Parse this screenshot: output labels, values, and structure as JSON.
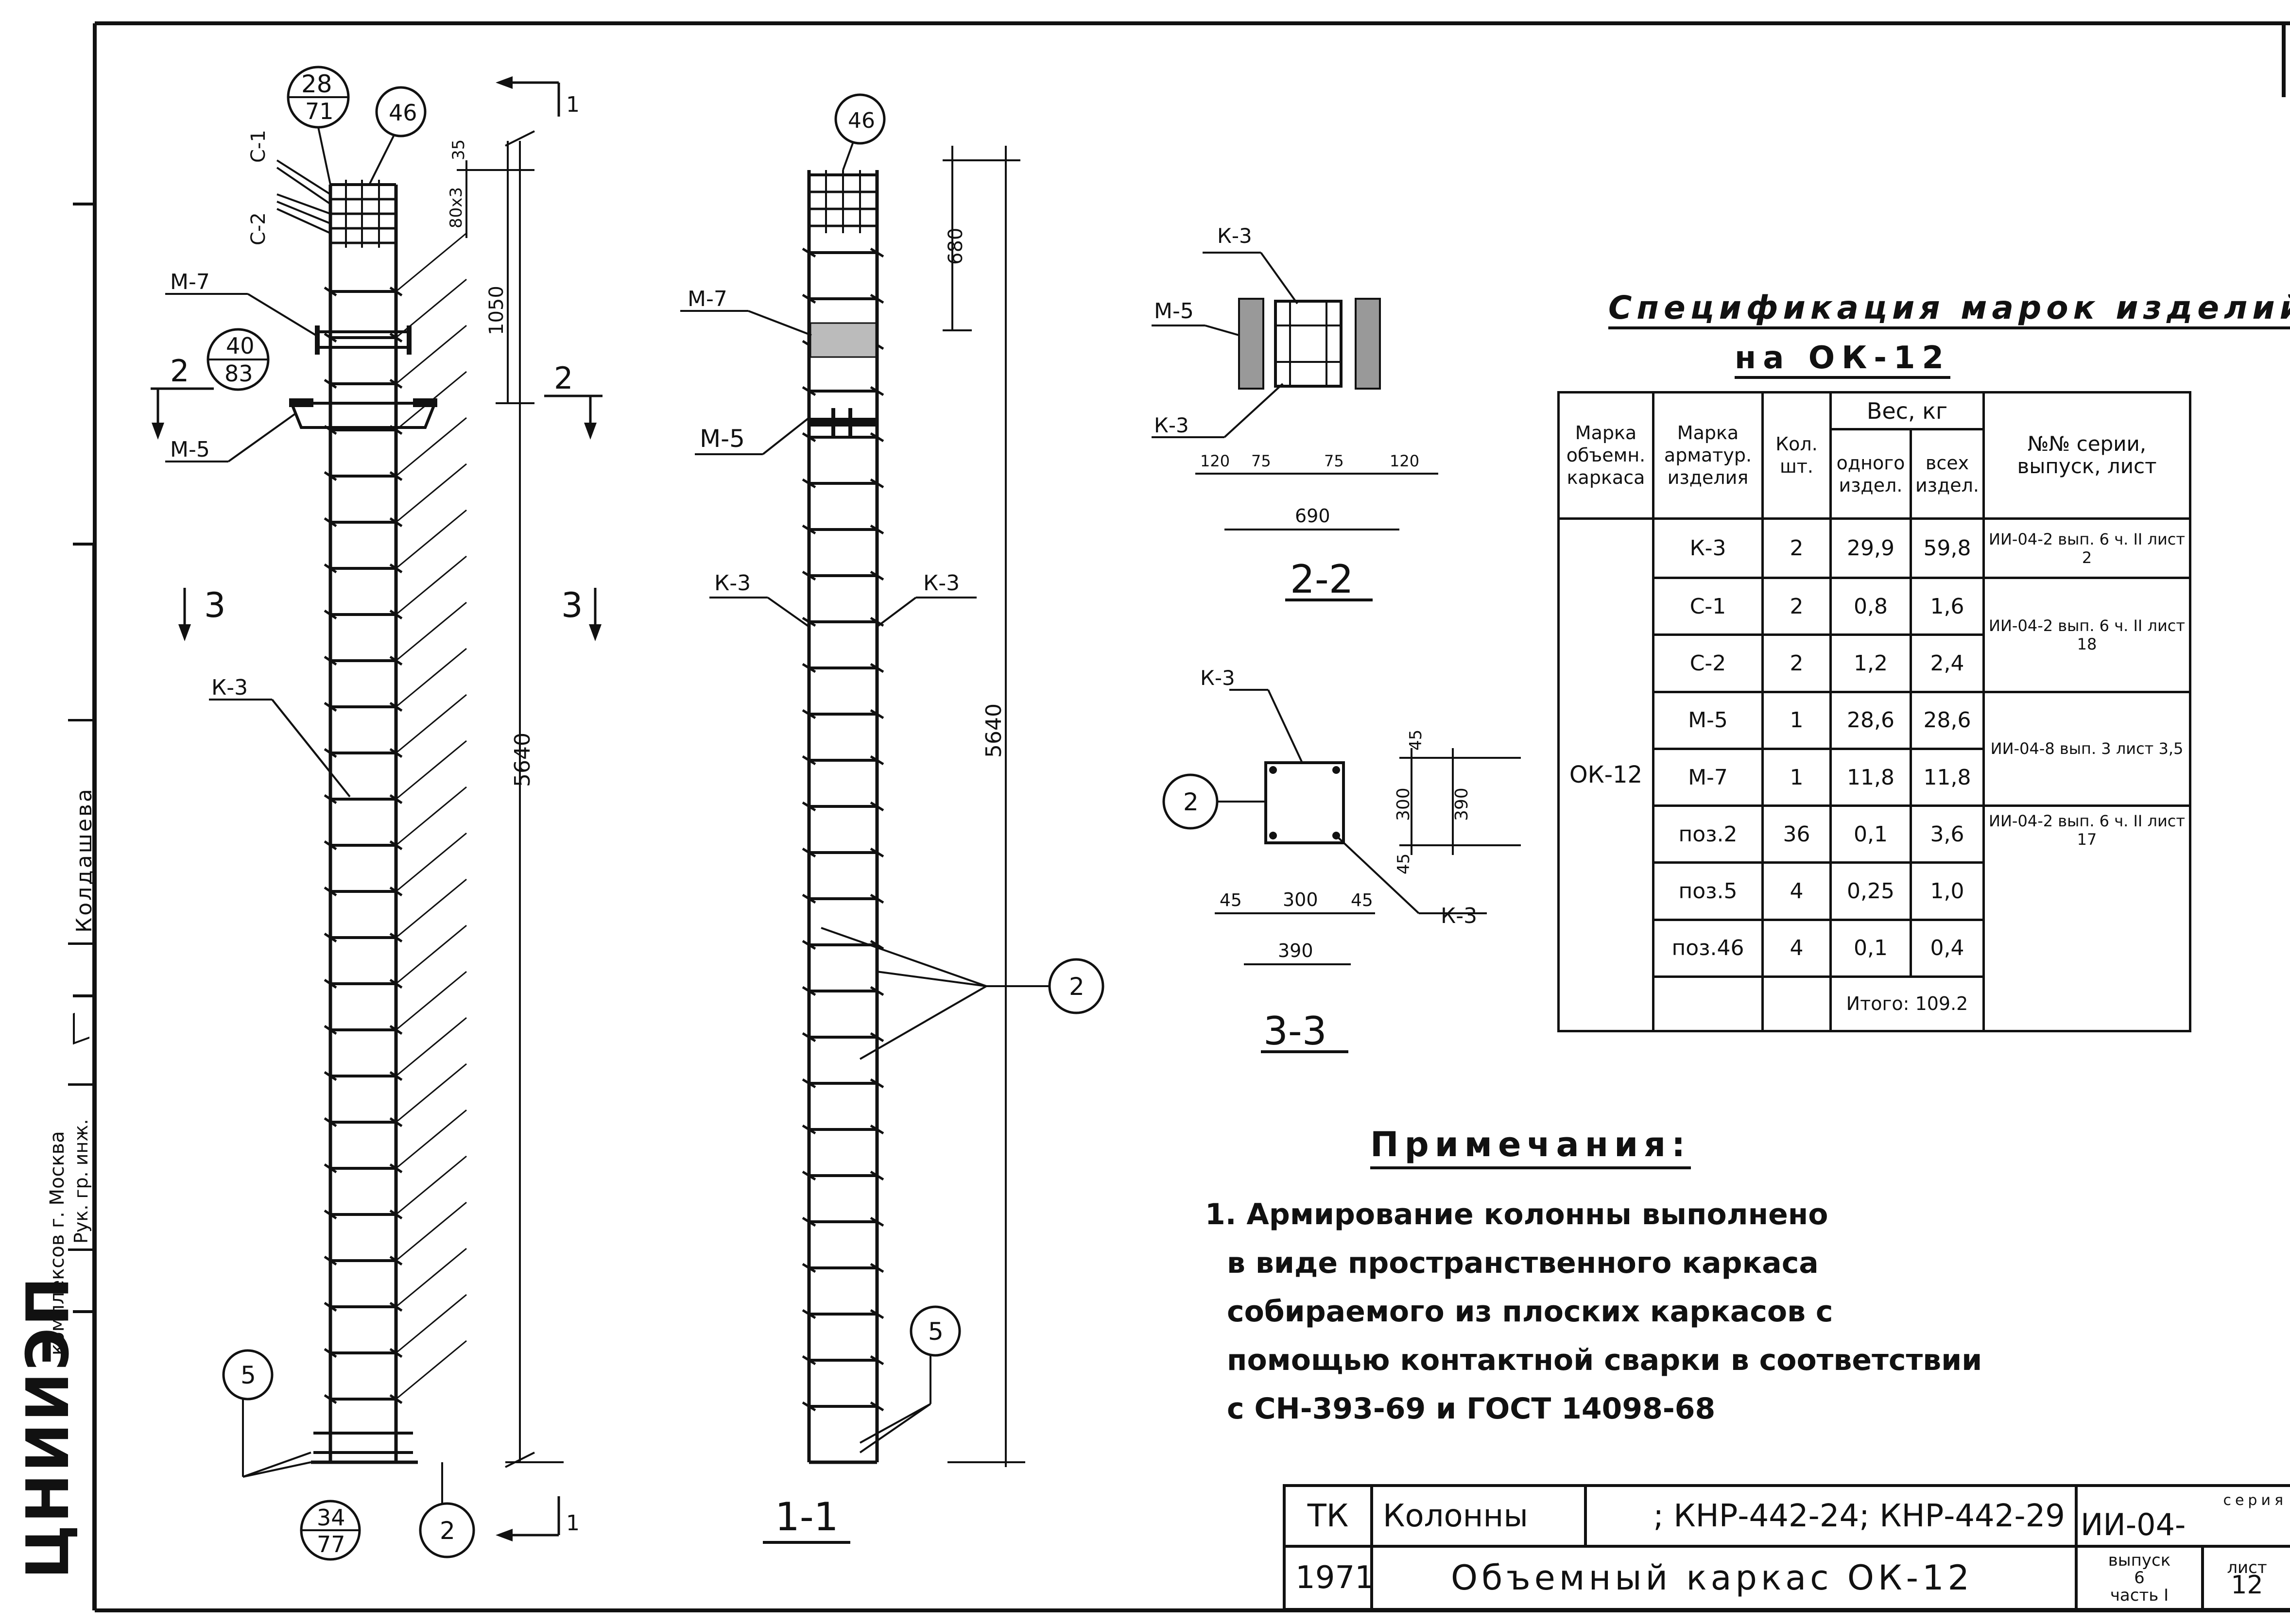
{
  "spec": {
    "title": "Спецификация марок изделий",
    "subtitle": "на ОК-12",
    "headers": {
      "mark_volume": "Марка объемн. каркаса",
      "mark_rebar": "Марка арматур. изделия",
      "qty": "Кол. шт.",
      "weight": "Вес, кг",
      "weight_one": "одного издел.",
      "weight_all": "всех издел.",
      "series": "№№ серии, выпуск, лист"
    },
    "group": "ОК-12",
    "rows": [
      {
        "mark": "К-3",
        "qty": "2",
        "one": "29,9",
        "all": "59,8"
      },
      {
        "mark": "С-1",
        "qty": "2",
        "one": "0,8",
        "all": "1,6"
      },
      {
        "mark": "С-2",
        "qty": "2",
        "one": "1,2",
        "all": "2,4"
      },
      {
        "mark": "М-5",
        "qty": "1",
        "one": "28,6",
        "all": "28,6"
      },
      {
        "mark": "М-7",
        "qty": "1",
        "one": "11,8",
        "all": "11,8"
      },
      {
        "mark": "поз.2",
        "qty": "36",
        "one": "0,1",
        "all": "3,6"
      },
      {
        "mark": "поз.5",
        "qty": "4",
        "one": "0,25",
        "all": "1,0"
      },
      {
        "mark": "поз.46",
        "qty": "4",
        "one": "0,1",
        "all": "0,4"
      }
    ],
    "series_refs": [
      "ИИ-04-2 вып. 6 ч. II лист 2",
      "ИИ-04-2 вып. 6 ч. II лист 18",
      "ИИ-04-8 вып. 3 лист 3,5",
      "ИИ-04-2 вып. 6 ч. II лист 17"
    ],
    "total": "Итого: 109.2"
  },
  "notes": {
    "title": "Примечания:",
    "lines": [
      "1. Армирование колонны выполнено",
      "в виде пространственного каркаса",
      "собираемого из плоских каркасов с",
      "помощью контактной сварки в соответствии",
      "с СН-393-69 и ГОСТ 14098-68"
    ]
  },
  "title_block": {
    "tk": "ТК",
    "year": "1971",
    "columns": "Колонны",
    "codes": "; КНР-442-24; КНР-442-29",
    "name": "Объемный каркас ОК-12",
    "series_label": "серия",
    "series_value": "ИИ-04-",
    "issue_label": "выпуск",
    "issue_value": "6",
    "part_label": "часть",
    "part_value": "I",
    "sheet_label": "лист",
    "sheet_value": "12"
  },
  "stamp": {
    "org": "ЦНИИЭП",
    "org_sub": "комплексов г. Москва",
    "role": "Рук. гр. инж.",
    "name": "Колдашева"
  },
  "drawing": {
    "elevation_left": {
      "callout_top_num": "28",
      "callout_top_den": "71",
      "pos46": "46",
      "c1": "С-1",
      "c2": "С-2",
      "m7": "М-7",
      "m5": "М-5",
      "k3": "К-3",
      "detail_num": "40",
      "detail_den": "83",
      "dim_35": "35",
      "dim_80x3": "80х3",
      "dim_1050": "1050",
      "dim_5640": "5640",
      "cut_1": "1",
      "cut_2": "2",
      "cut_3": "3",
      "pos5": "5",
      "pos2": "2",
      "callout_bot_num": "34",
      "callout_bot_den": "77"
    },
    "elevation_right": {
      "pos46": "46",
      "m7": "М-7",
      "m5": "М-5",
      "k3_left": "К-3",
      "k3_right": "К-3",
      "dim_680": "680",
      "dim_5640": "5640",
      "pos2": "2",
      "pos5": "5",
      "label": "1-1"
    },
    "section22": {
      "k3_top": "К-3",
      "m5": "М-5",
      "k3_bot": "К-3",
      "d120a": "120",
      "d75a": "75",
      "d75b": "75",
      "d120b": "120",
      "d690": "690",
      "label": "2-2"
    },
    "section33": {
      "k3_top": "К-3",
      "k3_bot": "К-3",
      "pos2": "2",
      "d45a": "45",
      "d300": "300",
      "d45b": "45",
      "d390": "390",
      "v45a": "45",
      "v300": "300",
      "v45b": "45",
      "v390": "390",
      "label": "3-3"
    }
  }
}
